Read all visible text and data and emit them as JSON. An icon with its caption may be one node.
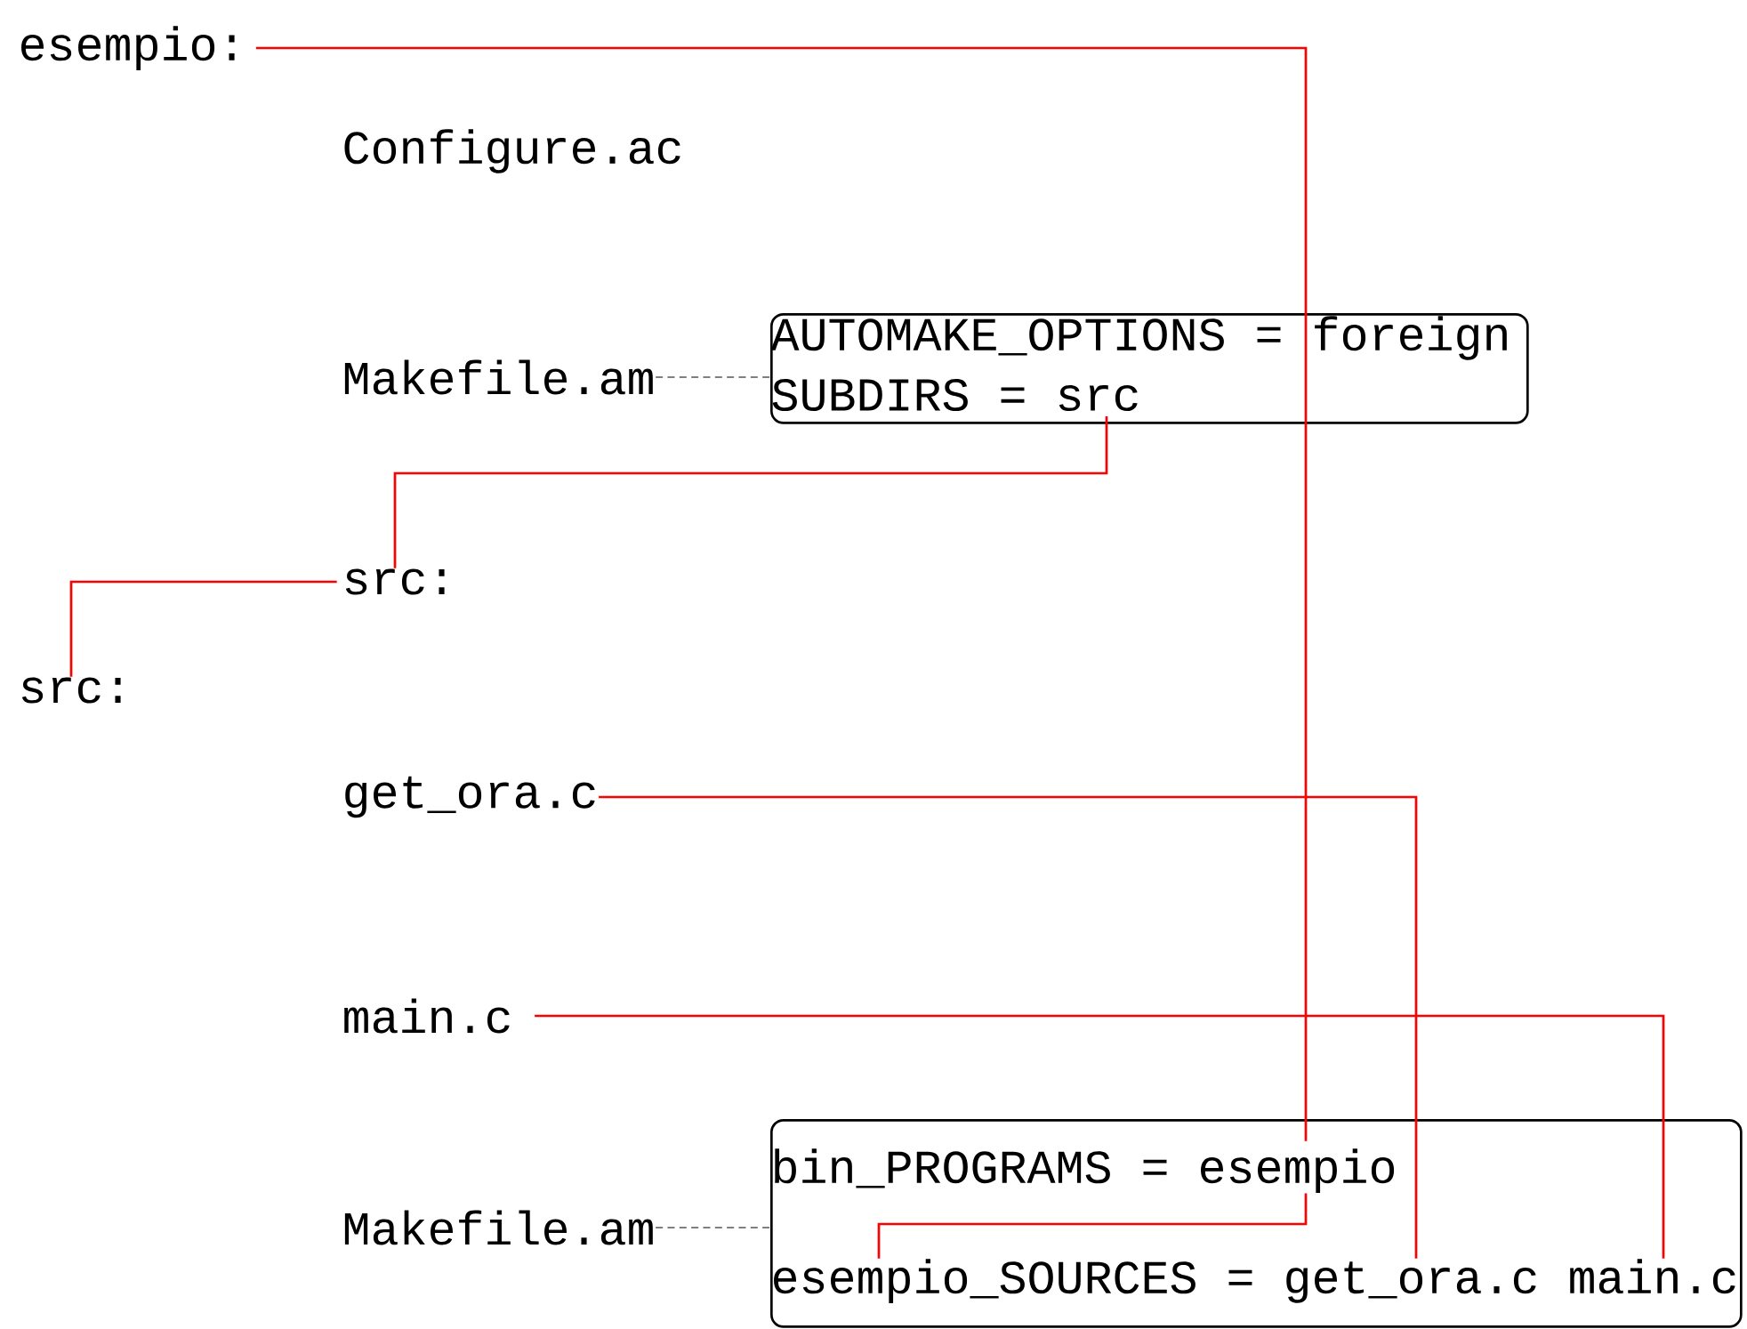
{
  "diagram": {
    "nodes": [
      {
        "text": [
          "esempio:"
        ]
      },
      {
        "text": [
          "Configure.ac"
        ]
      },
      {
        "text": [
          "Makefile.am"
        ]
      },
      {
        "text": [],
        "shape": "box"
      },
      {
        "text": [
          "AUTOMAKE_OPTIONS = foreign"
        ],
        "in": 3
      },
      {
        "text": [
          "SUBDIRS = src"
        ],
        "in": 3
      },
      {
        "text": [
          "src:"
        ]
      },
      {
        "text": [
          "src:"
        ]
      },
      {
        "text": [
          "get_ora.c"
        ]
      },
      {
        "text": [
          "main.c"
        ]
      },
      {
        "text": [
          "Makefile.am"
        ]
      },
      {
        "text": [],
        "shape": "box"
      },
      {
        "text": [
          "bin_PROGRAMS = esempio"
        ],
        "in": 11
      },
      {
        "text": [
          "esempio_SOURCES = get_ora.c main.c"
        ],
        "in": 11
      }
    ],
    "edges": [
      {
        "from": 2,
        "to": 3,
        "arrow": "none",
        "style": "dashed",
        "color": "#000000"
      },
      {
        "from": 10,
        "to": 11,
        "arrow": "none",
        "style": "dashed",
        "color": "#000000"
      },
      {
        "from": 0,
        "to": 12,
        "arrow": "none"
      },
      {
        "from": 5,
        "to": 6,
        "arrow": "none"
      },
      {
        "from": 6,
        "to": 7,
        "arrow": "none"
      },
      {
        "from": 8,
        "to": 13,
        "arrow": "none"
      },
      {
        "from": 9,
        "to": 13,
        "arrow": "none"
      },
      {
        "from": 12,
        "to": 13,
        "arrow": "none"
      }
    ]
  }
}
